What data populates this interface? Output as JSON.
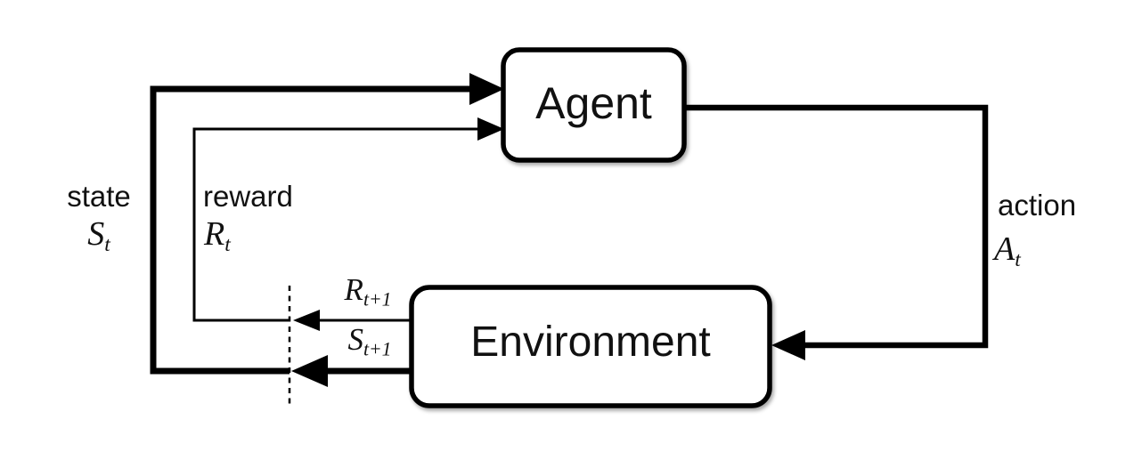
{
  "diagram": {
    "type": "flow-diagram",
    "topic": "reinforcement-learning agent-environment loop",
    "nodes": {
      "agent": {
        "label": "Agent"
      },
      "environment": {
        "label": "Environment"
      }
    },
    "labels": {
      "state": {
        "word": "state",
        "symbol": {
          "base": "S",
          "sub": "t"
        }
      },
      "reward": {
        "word": "reward",
        "symbol": {
          "base": "R",
          "sub": "t"
        }
      },
      "action": {
        "word": "action",
        "symbol": {
          "base": "A",
          "sub": "t"
        }
      },
      "next_reward": {
        "symbol": {
          "base": "R",
          "sub": "t+1"
        }
      },
      "next_state": {
        "symbol": {
          "base": "S",
          "sub": "t+1"
        }
      }
    },
    "edges": [
      {
        "name": "state-arrow",
        "from": "time-step-divider",
        "to": "agent",
        "weight": "thick"
      },
      {
        "name": "reward-arrow",
        "from": "time-step-divider",
        "to": "agent",
        "weight": "thin"
      },
      {
        "name": "action-arrow",
        "from": "agent",
        "to": "environment",
        "weight": "thick"
      },
      {
        "name": "next-reward-arrow",
        "from": "environment",
        "to": "time-step-divider",
        "weight": "thin"
      },
      {
        "name": "next-state-arrow",
        "from": "environment",
        "to": "time-step-divider",
        "weight": "thick"
      }
    ],
    "colors": {
      "line": "#000000",
      "box_fill": "#ffffff",
      "background": "#ffffff",
      "text": "#111111"
    }
  }
}
